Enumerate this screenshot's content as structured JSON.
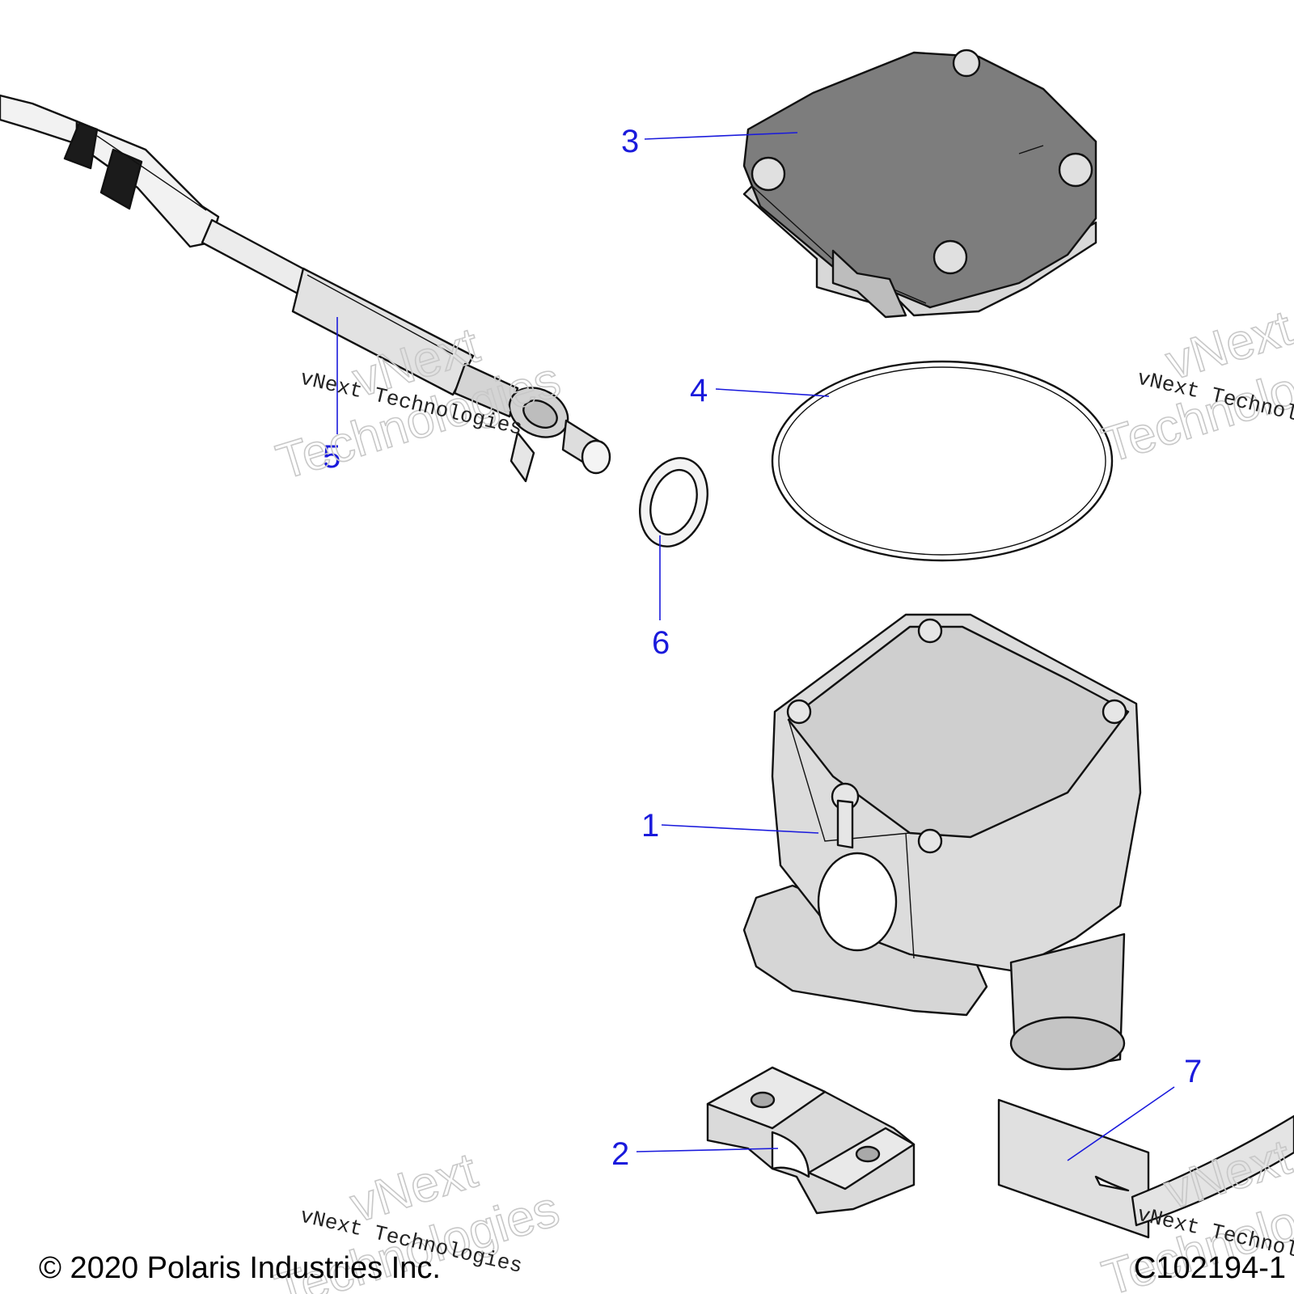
{
  "callouts": {
    "c1": "1",
    "c2": "2",
    "c3": "3",
    "c4": "4",
    "c5": "5",
    "c6": "6",
    "c7": "7"
  },
  "watermark": {
    "line_small": "vNext Technologies",
    "line_big_1": "vNext",
    "line_big_2": "Technologies"
  },
  "footer": {
    "copyright": "© 2020 Polaris Industries Inc.",
    "figure_id": "C102194-1"
  },
  "colors": {
    "callout": "#1a1adc",
    "part_fill": "#dedede",
    "part_dark": "#8a8a8a",
    "outline": "#111111"
  }
}
